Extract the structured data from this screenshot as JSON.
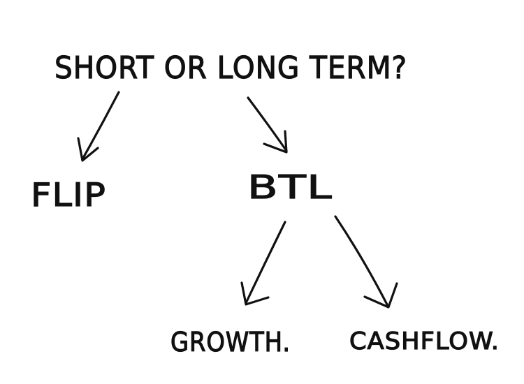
{
  "diagram": {
    "question": "SHORT OR LONG TERM?",
    "nodes": {
      "flip": "FLIP",
      "btl": "BTL",
      "growth": "GROWTH.",
      "cashflow": "CASHFLOW."
    },
    "edges": [
      {
        "from": "question",
        "to": "flip"
      },
      {
        "from": "question",
        "to": "btl"
      },
      {
        "from": "btl",
        "to": "growth"
      },
      {
        "from": "btl",
        "to": "cashflow"
      }
    ],
    "ink_color": "#111111",
    "background": "#ffffff"
  }
}
